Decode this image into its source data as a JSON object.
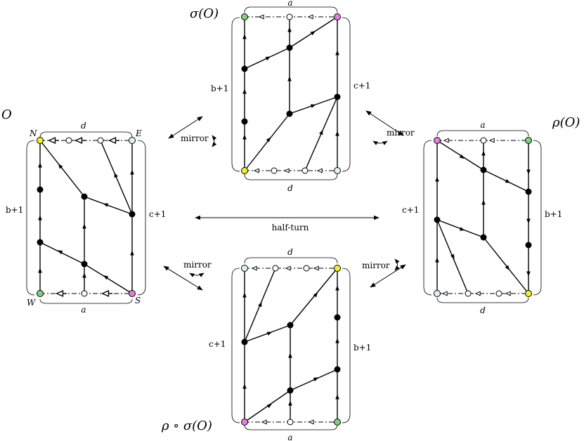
{
  "colors": {
    "green": "#7fd07f",
    "yellow": "#f5ee2a",
    "magenta": "#e47ee0",
    "lightblue": "#dff1f5"
  },
  "titles": {
    "O": "O",
    "sigma": "σ(O)",
    "rho": "ρ(O)",
    "rho_sigma": "ρ ∘ σ(O)"
  },
  "corners": {
    "N": "N",
    "E": "E",
    "W": "W",
    "S": "S"
  },
  "side_labels": {
    "a": "a",
    "d": "d",
    "b1": "b+1",
    "c1": "c+1"
  },
  "operations": {
    "mirror": "mirror",
    "half_turn": "half-turn"
  }
}
